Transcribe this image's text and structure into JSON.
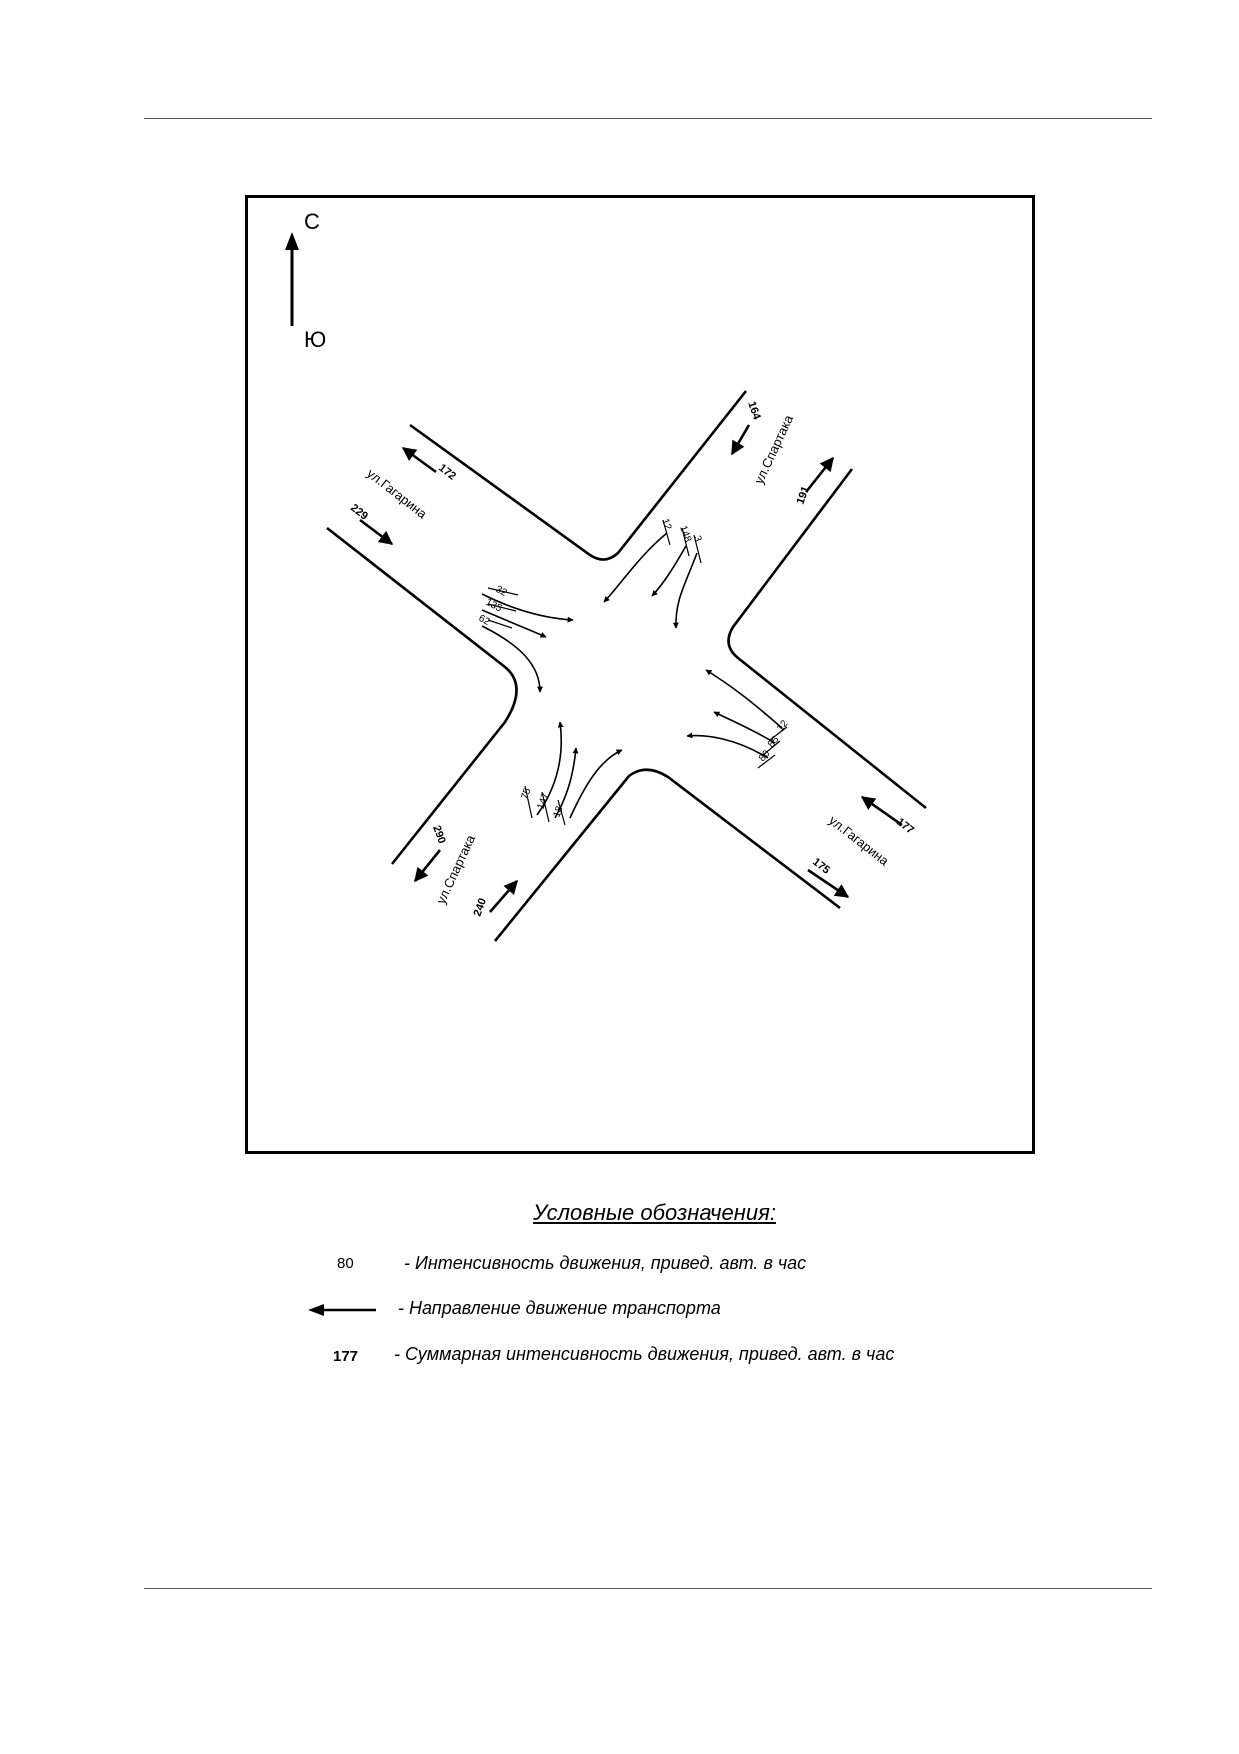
{
  "compass": {
    "north": "С",
    "south": "Ю"
  },
  "streets": {
    "gagarin_nw": "ул.Гагарина",
    "gagarin_se": "ул.Гагарина",
    "spartak_ne": "ул.Спартака",
    "spartak_sw": "ул.Спартака"
  },
  "totals": {
    "nw_out": "172",
    "nw_in": "229",
    "ne_in": "164",
    "ne_out": "191",
    "se_in": "177",
    "se_out": "175",
    "sw_out": "290",
    "sw_in": "240"
  },
  "turns": {
    "from_nw": [
      "32",
      "135",
      "62"
    ],
    "from_ne": [
      "12",
      "148",
      "3"
    ],
    "from_se": [
      "12",
      "85",
      "80"
    ],
    "from_sw": [
      "75",
      "147",
      "18"
    ]
  },
  "legend": {
    "title": "Условные обозначения:",
    "intensity_key": "80",
    "intensity_text": "- Интенсивность движения, привед. авт. в час",
    "direction_text": "- Направление движение транспорта",
    "total_key": "177",
    "total_text": "- Суммарная интенсивность движения, привед. авт. в час"
  }
}
